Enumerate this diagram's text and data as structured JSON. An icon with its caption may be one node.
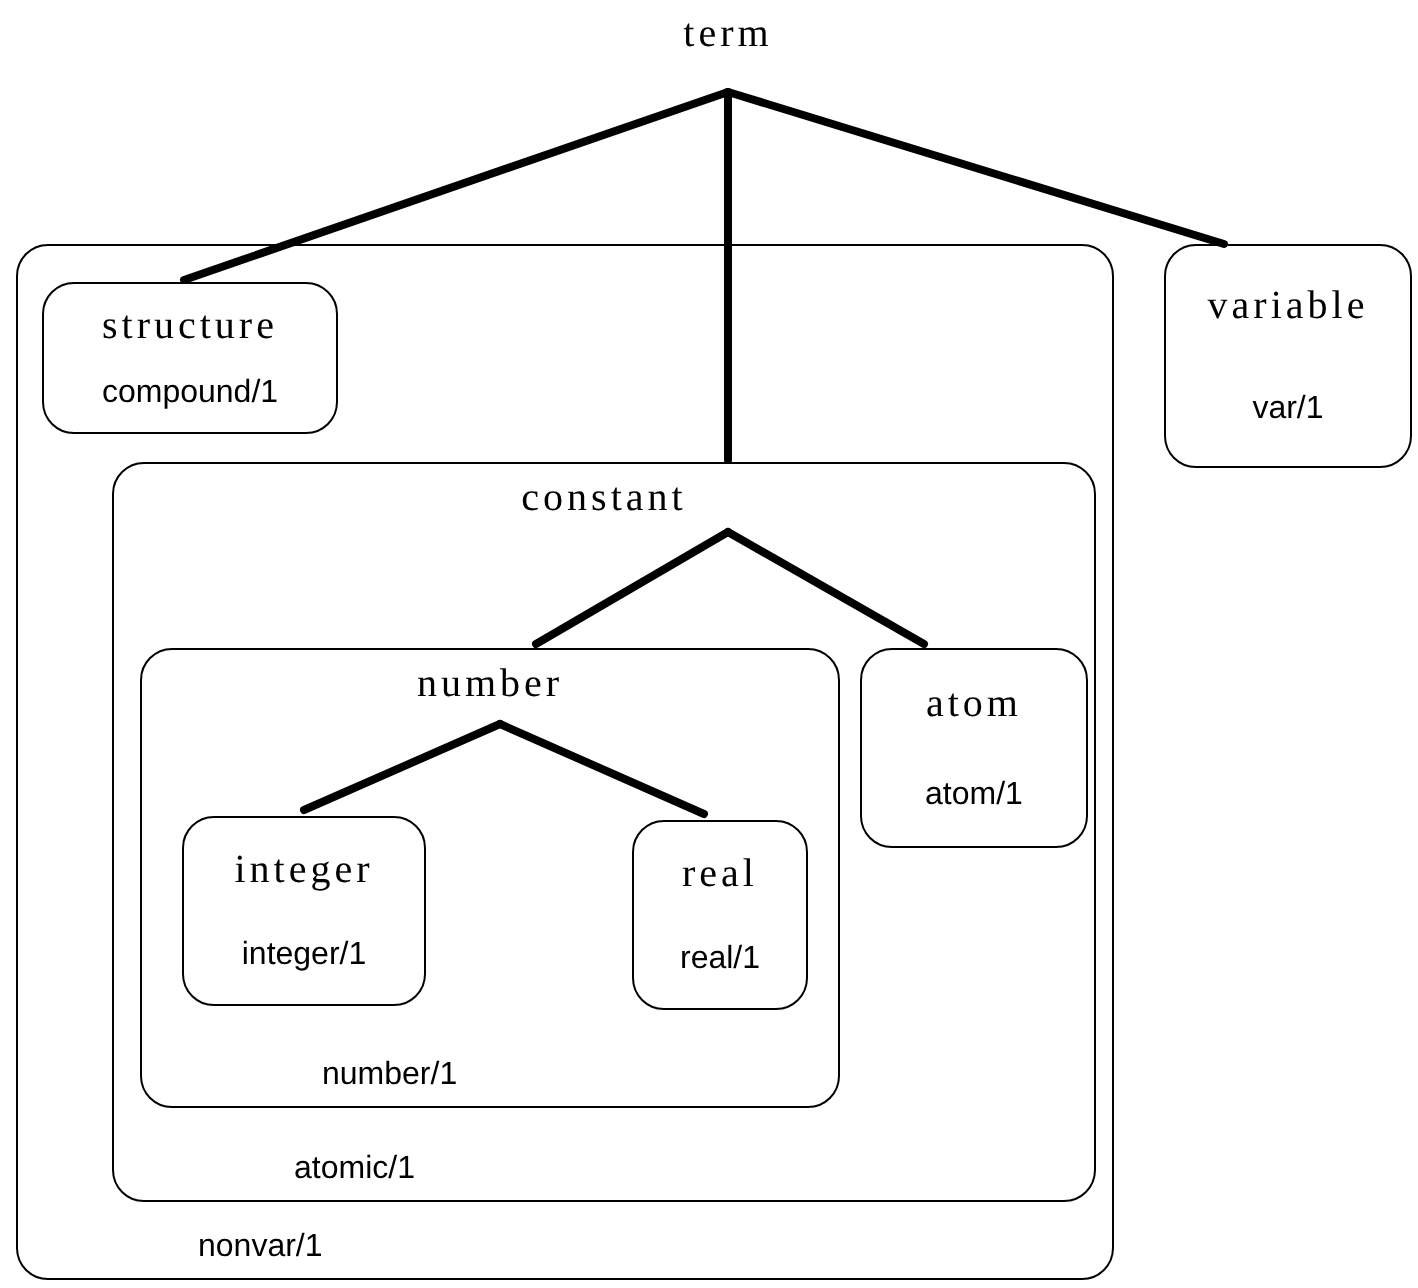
{
  "diagram": {
    "nodes": [
      {
        "text": [
          "term"
        ]
      },
      {
        "text": [
          "nonvar/1"
        ]
      },
      {
        "text": [
          "structure",
          "compound/1"
        ],
        "in": 1
      },
      {
        "text": [
          "constant",
          "atomic/1"
        ],
        "in": 1
      },
      {
        "text": [
          "number",
          "number/1"
        ],
        "in": 3
      },
      {
        "text": [
          "integer",
          "integer/1"
        ],
        "in": 4
      },
      {
        "text": [
          "real",
          "real/1"
        ],
        "in": 4
      },
      {
        "text": [
          "atom",
          "atom/1"
        ],
        "in": 3
      },
      {
        "text": [
          "variable",
          "var/1"
        ]
      }
    ],
    "edges": [
      {
        "from": 0,
        "to": 2,
        "arrow": "none"
      },
      {
        "from": 0,
        "to": 3,
        "arrow": "none"
      },
      {
        "from": 0,
        "to": 8,
        "arrow": "none"
      },
      {
        "from": 3,
        "to": 4,
        "arrow": "none"
      },
      {
        "from": 3,
        "to": 7,
        "arrow": "none"
      },
      {
        "from": 4,
        "to": 5,
        "arrow": "none"
      },
      {
        "from": 4,
        "to": 6,
        "arrow": "none"
      }
    ]
  }
}
